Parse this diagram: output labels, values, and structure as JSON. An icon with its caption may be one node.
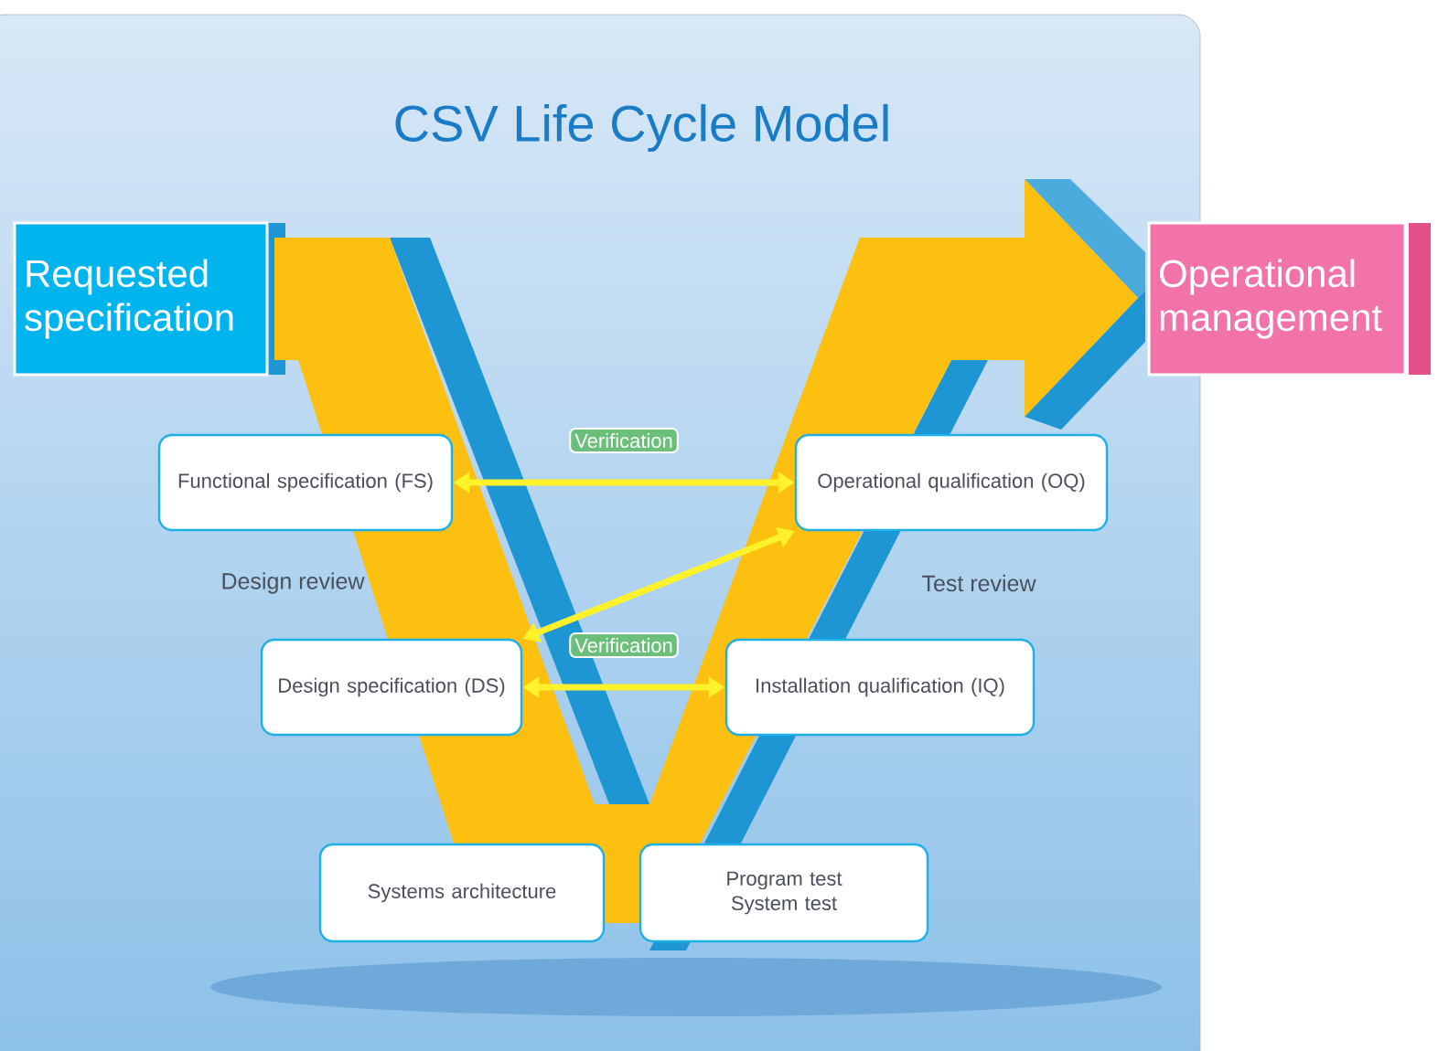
{
  "diagram": {
    "title": "CSV Life Cycle Model",
    "nodes": [
      {
        "text": [
          "Requested specification"
        ]
      },
      {
        "text": [
          "Operational management"
        ]
      },
      {
        "text": [
          "Functional specification (FS)"
        ]
      },
      {
        "text": [
          "Operational qualification (OQ)"
        ]
      },
      {
        "text": [
          "Design specification (DS)"
        ]
      },
      {
        "text": [
          "Installation qualification (IQ)"
        ]
      },
      {
        "text": [
          "Systems architecture"
        ]
      },
      {
        "text": [
          "Program test",
          "System test"
        ]
      }
    ],
    "edges": [
      {
        "from": 2,
        "to": 3,
        "arrow": "both",
        "label": "Verification"
      },
      {
        "from": 4,
        "to": 3,
        "arrow": "both"
      },
      {
        "from": 4,
        "to": 5,
        "arrow": "both",
        "label": "Verification"
      }
    ],
    "labels": [
      "Design review",
      "Test review"
    ]
  }
}
